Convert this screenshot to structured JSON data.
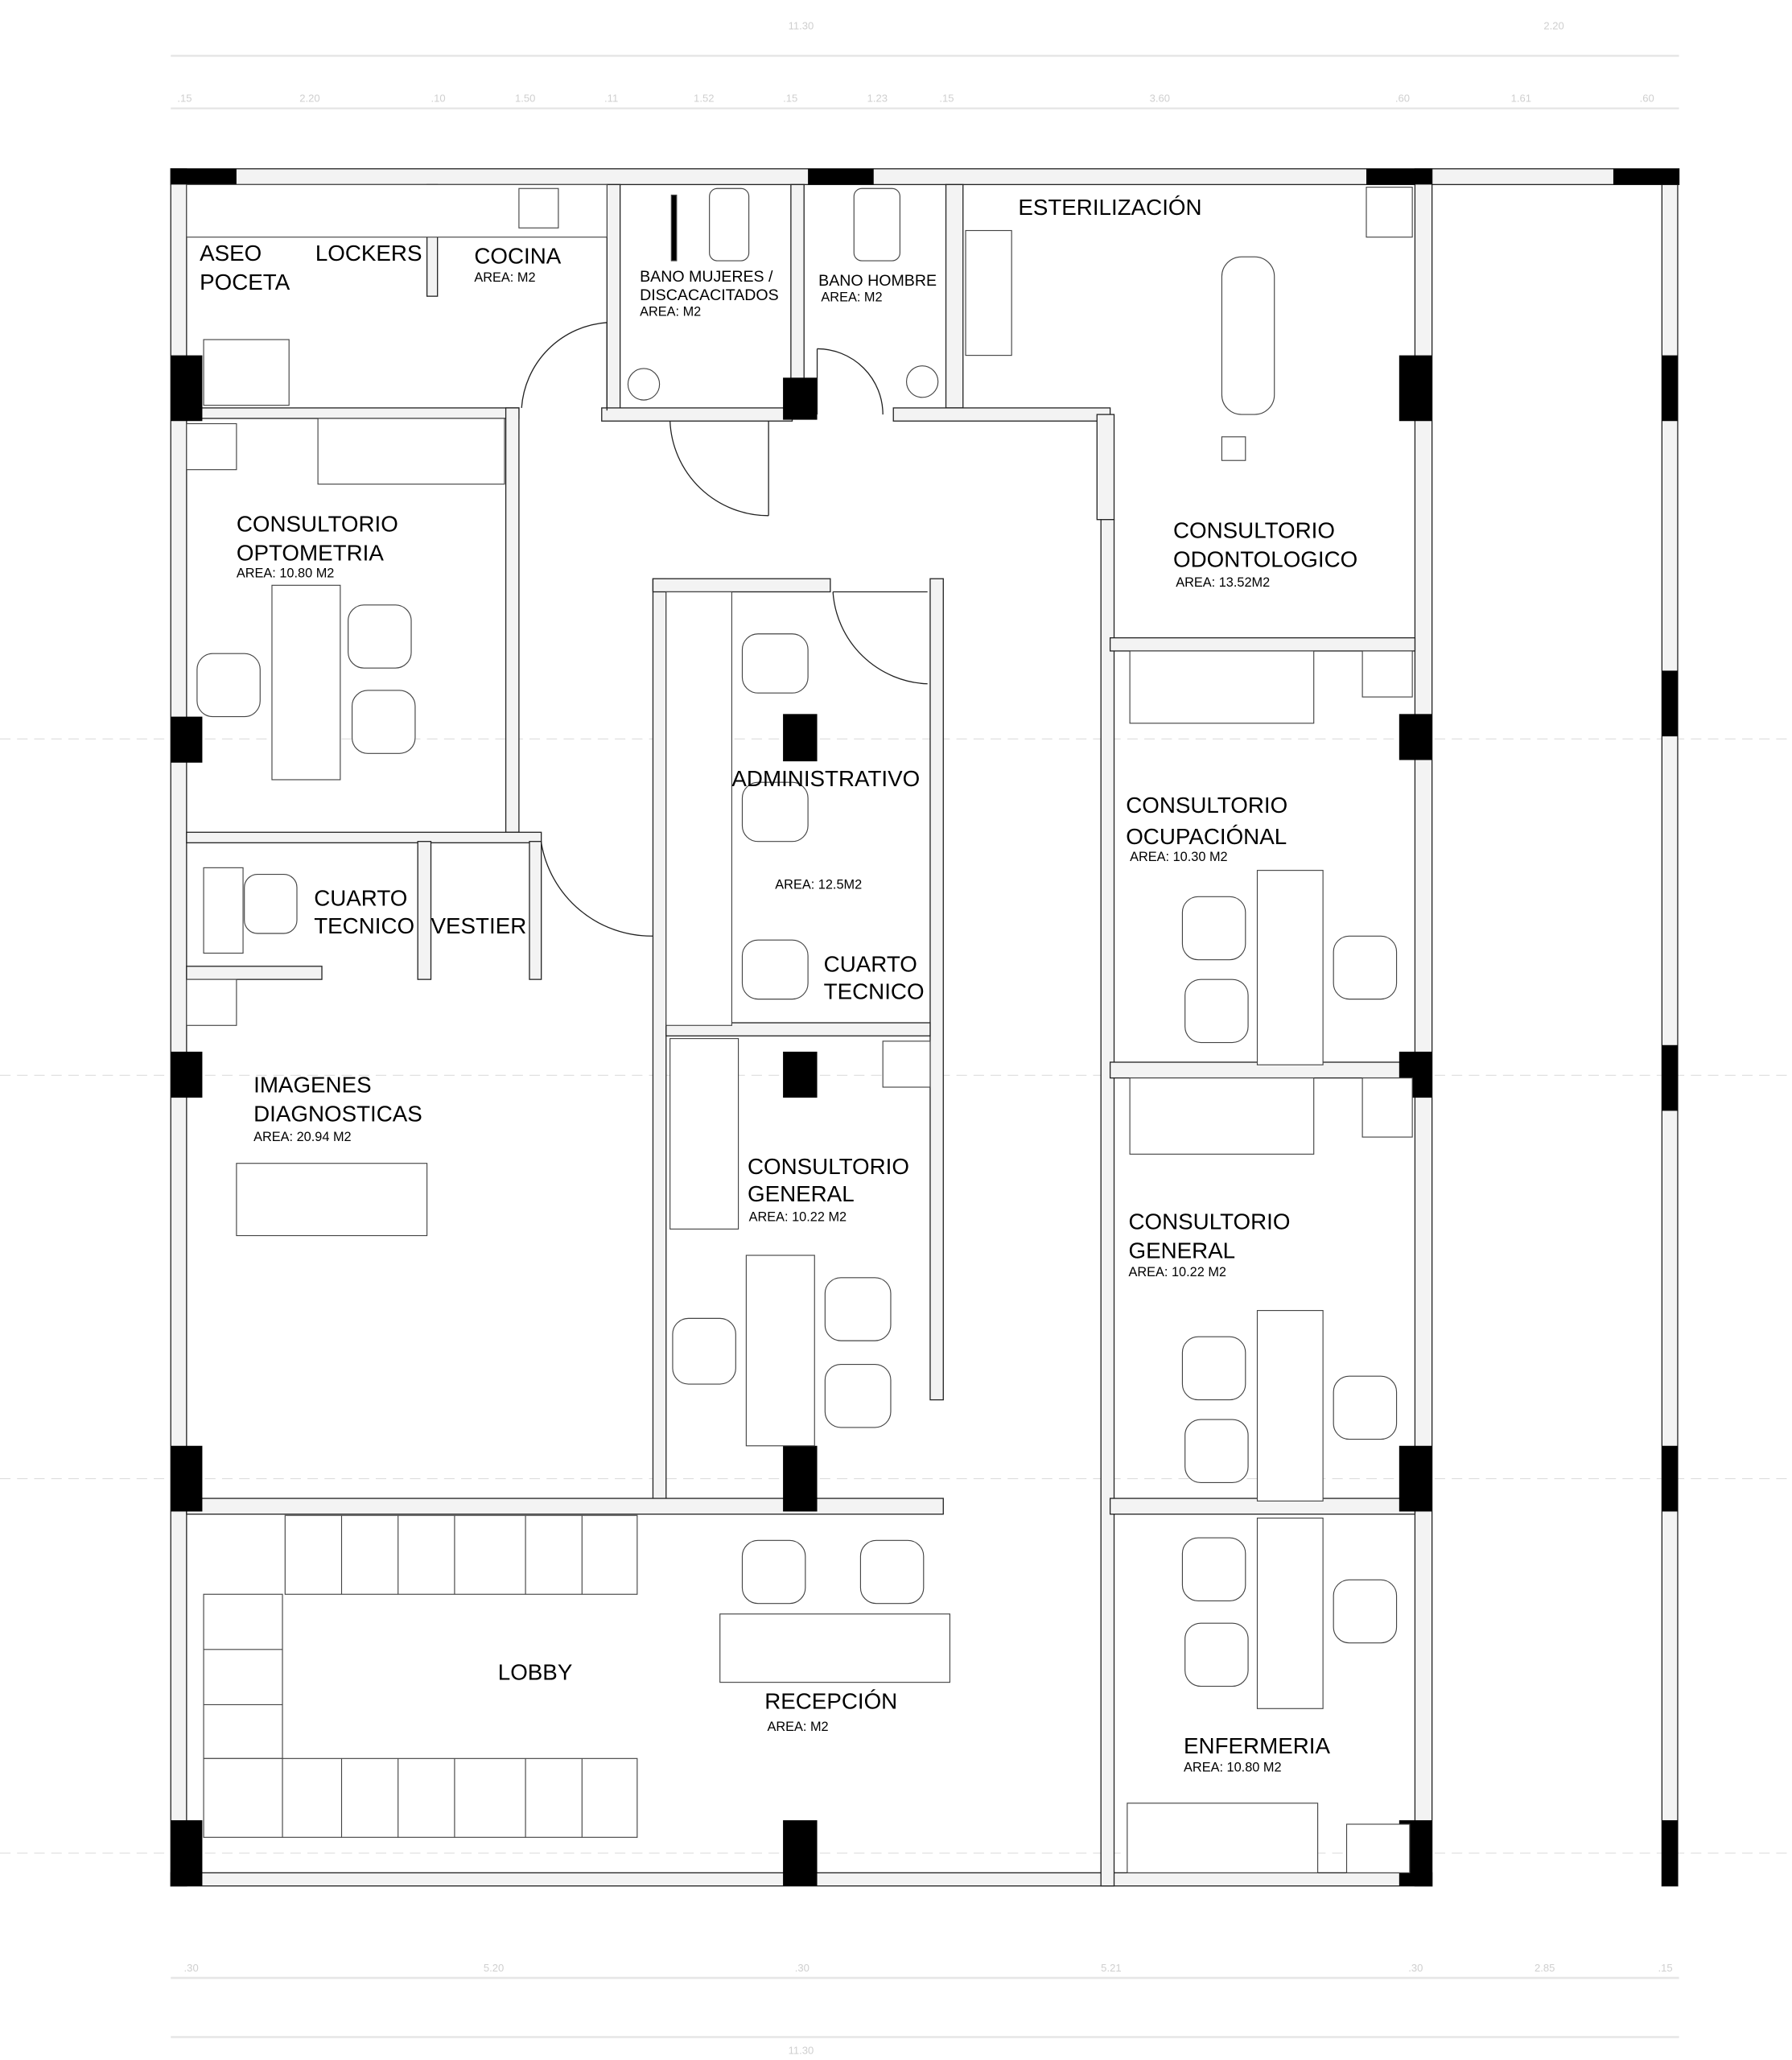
{
  "dimensions": {
    "top_overall": [
      "11.30",
      "2.20"
    ],
    "top_detail": [
      ".15",
      "2.20",
      ".10",
      "1.50",
      ".11",
      "1.52",
      ".15",
      "1.23",
      ".15",
      "3.60",
      ".60",
      "1.61",
      ".60"
    ],
    "bottom_detail": [
      ".30",
      "5.20",
      ".30",
      "5.21",
      ".30",
      "2.85",
      ".15"
    ],
    "bottom_overall": [
      "11.30"
    ]
  },
  "rooms": [
    {
      "lines": [
        "ASEO",
        "POCETA"
      ]
    },
    {
      "lines": [
        "LOCKERS"
      ]
    },
    {
      "lines": [
        "COCINA"
      ],
      "area": "AREA: M2"
    },
    {
      "lines": [
        "BANO  MUJERES /",
        "DISCACACITADOS"
      ],
      "area": "AREA: M2"
    },
    {
      "lines": [
        "BANO HOMBRE"
      ],
      "area": "AREA: M2"
    },
    {
      "lines": [
        "ESTERILIZACIÓN"
      ]
    },
    {
      "lines": [
        "CONSULTORIO",
        "OPTOMETRIA"
      ],
      "area": "AREA: 10.80 M2"
    },
    {
      "lines": [
        "CONSULTORIO",
        "ODONTOLOGICO"
      ],
      "area": "AREA: 13.52M2"
    },
    {
      "lines": [
        "ADMINISTRATIVO"
      ],
      "area": "AREA: 12.5M2"
    },
    {
      "lines": [
        "CUARTO",
        "TECNICO"
      ]
    },
    {
      "lines": [
        "CONSULTORIO",
        "OCUPACIÓNAL"
      ],
      "area": "AREA: 10.30 M2"
    },
    {
      "lines": [
        "CUARTO",
        "TECNICO"
      ]
    },
    {
      "lines": [
        "VESTIER"
      ]
    },
    {
      "lines": [
        "IMAGENES",
        "DIAGNOSTICAS"
      ],
      "area": "AREA: 20.94 M2"
    },
    {
      "lines": [
        "CONSULTORIO",
        "GENERAL"
      ],
      "area": "AREA: 10.22 M2"
    },
    {
      "lines": [
        "CONSULTORIO",
        "GENERAL"
      ],
      "area": "AREA: 10.22 M2"
    },
    {
      "lines": [
        "LOBBY"
      ]
    },
    {
      "lines": [
        "RECEPCIÓN"
      ],
      "area": "AREA: M2"
    },
    {
      "lines": [
        "ENFERMERIA"
      ],
      "area": "AREA: 10.80 M2"
    }
  ]
}
